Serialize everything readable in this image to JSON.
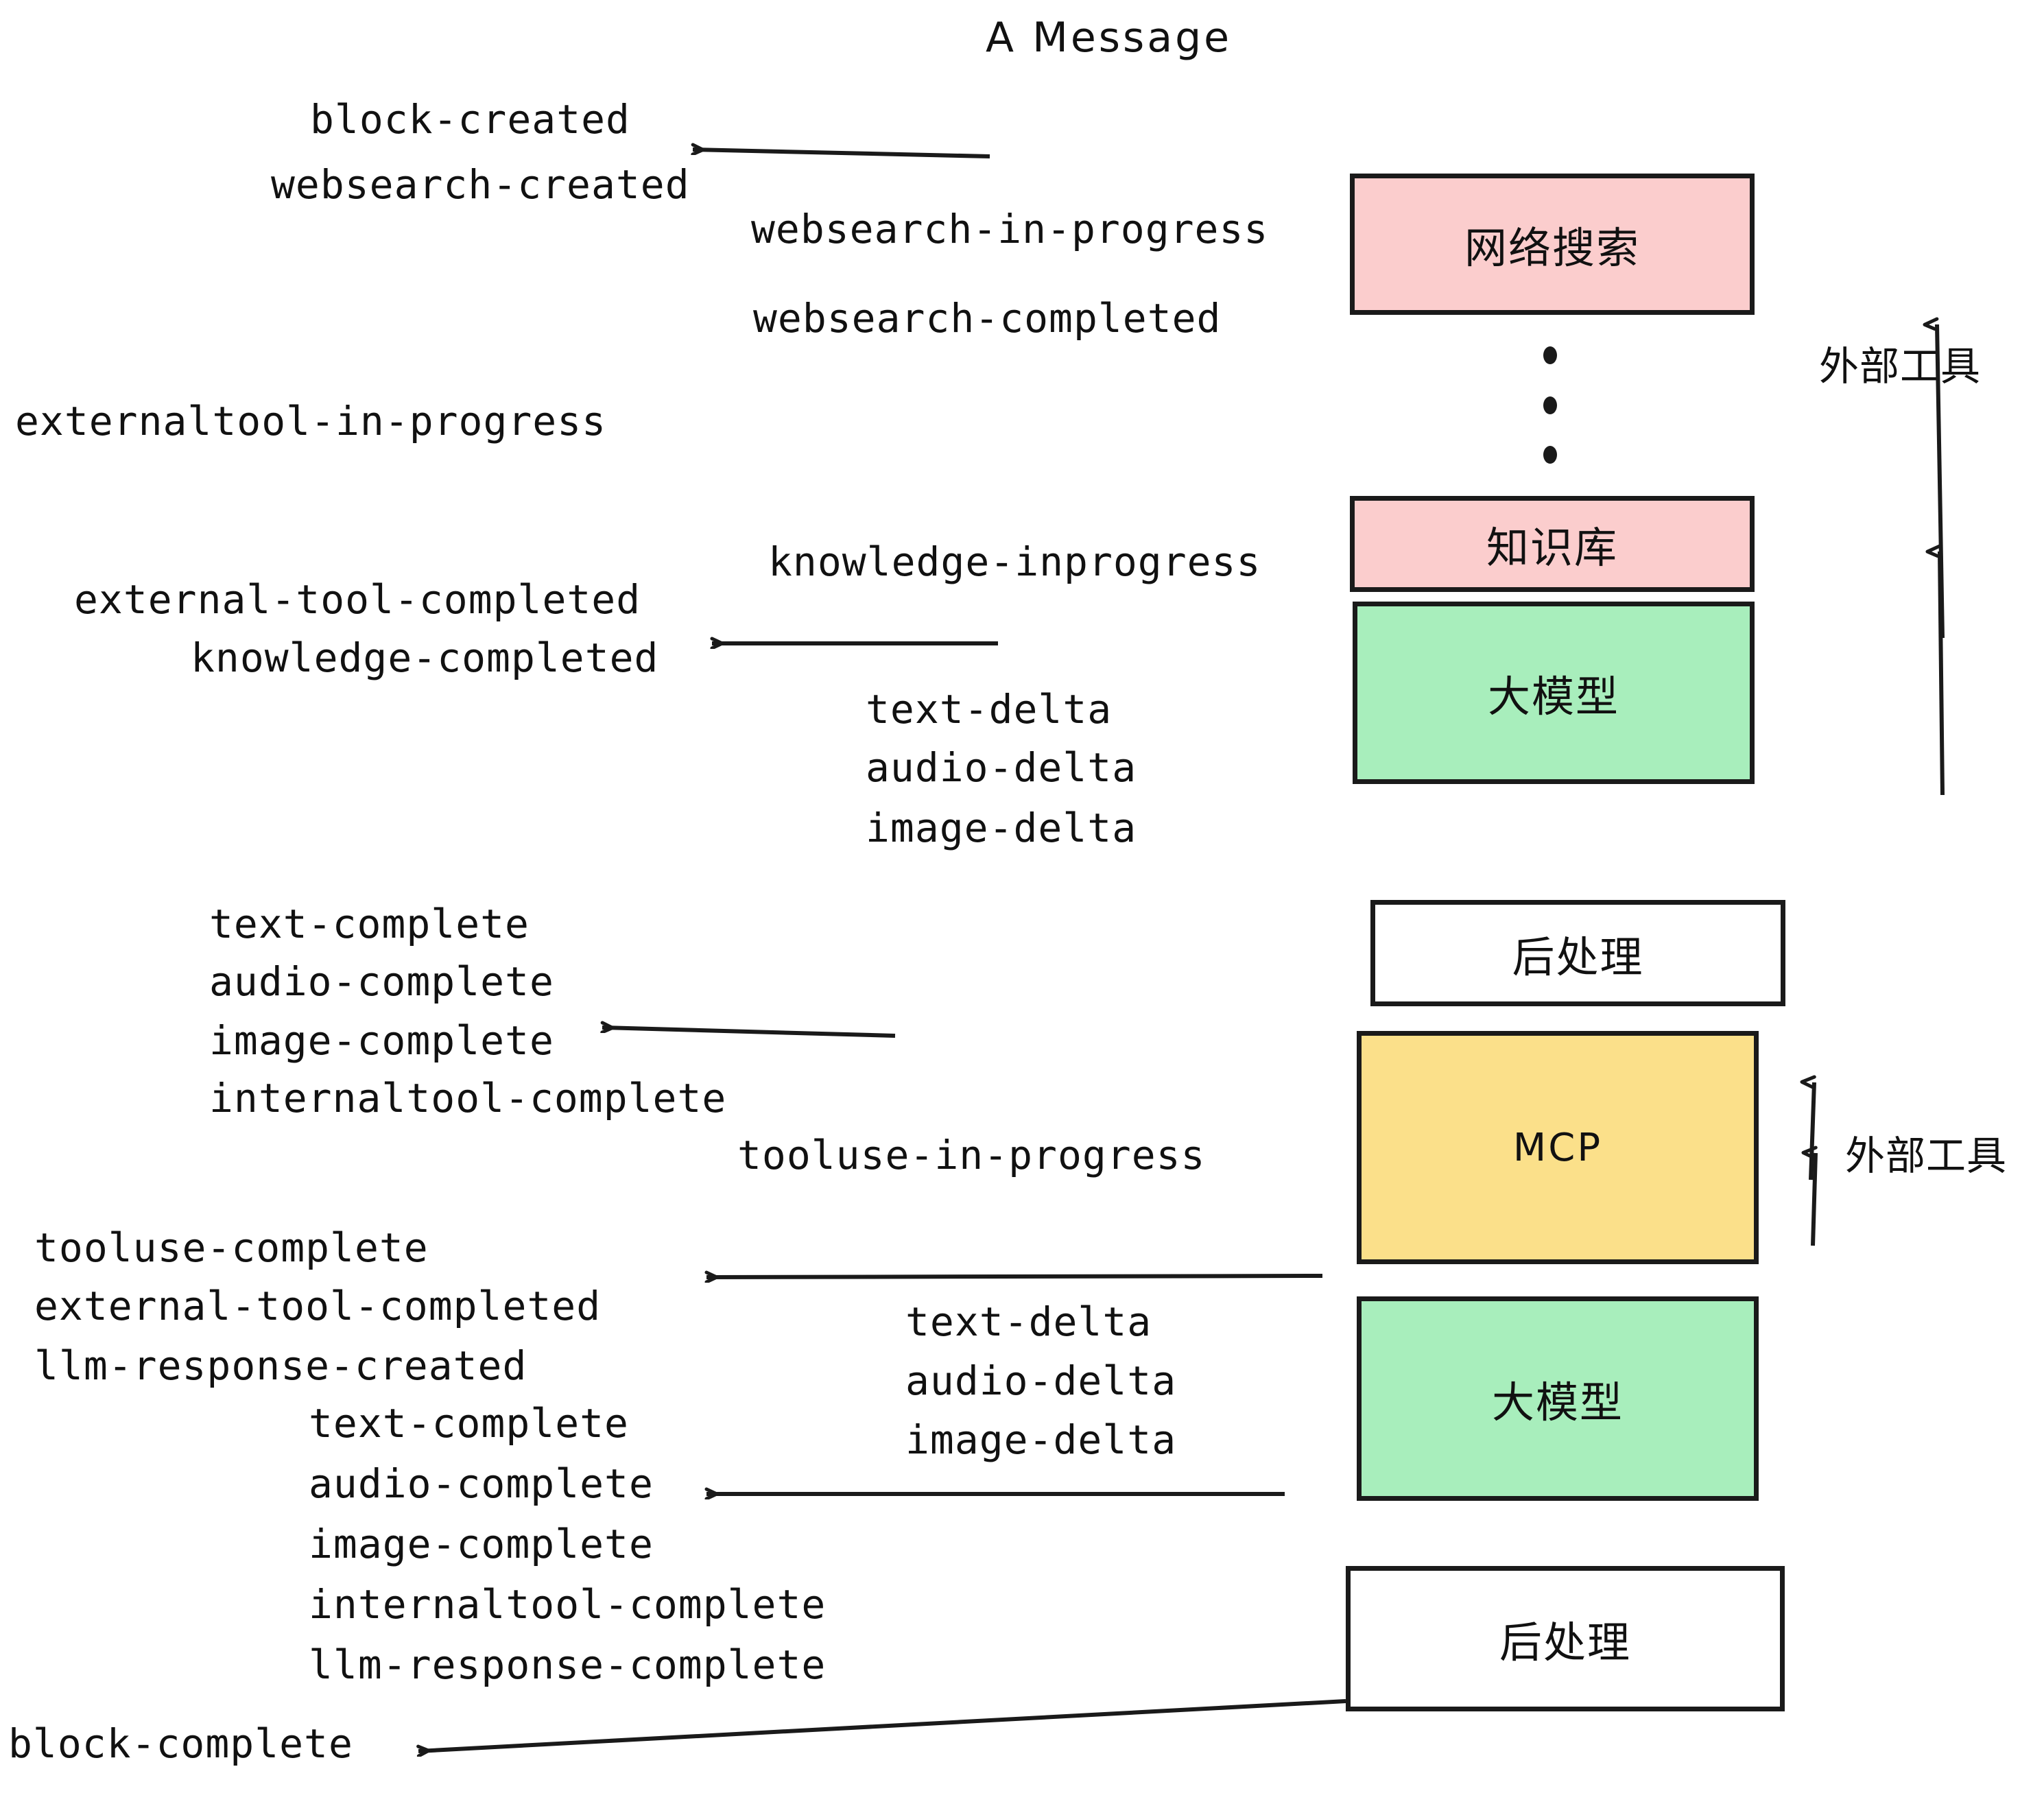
{
  "title": "A Message",
  "nodes": [
    {
      "label": "网络搜索",
      "fill": "#fbcdcd"
    },
    {
      "label": "知识库",
      "fill": "#fbcdcd"
    },
    {
      "label": "大模型",
      "fill": "#a8eebc"
    },
    {
      "label": "后处理",
      "fill": "#ffffff"
    },
    {
      "label": "MCP",
      "fill": "#fbe08a"
    },
    {
      "label": "大模型",
      "fill": "#a8eebc"
    },
    {
      "label": "后处理",
      "fill": "#ffffff"
    }
  ],
  "side_labels": [
    {
      "text": "外部工具"
    },
    {
      "text": "外部工具"
    }
  ],
  "events": [
    {
      "text": "block-created"
    },
    {
      "text": "websearch-created"
    },
    {
      "text": "websearch-in-progress"
    },
    {
      "text": "websearch-completed"
    },
    {
      "text": "externaltool-in-progress"
    },
    {
      "text": "knowledge-inprogress"
    },
    {
      "text": "external-tool-completed"
    },
    {
      "text": "knowledge-completed"
    },
    {
      "text": "text-delta"
    },
    {
      "text": "audio-delta"
    },
    {
      "text": "image-delta"
    },
    {
      "text": "text-complete"
    },
    {
      "text": "audio-complete"
    },
    {
      "text": "image-complete"
    },
    {
      "text": "internaltool-complete"
    },
    {
      "text": "tooluse-in-progress"
    },
    {
      "text": "tooluse-complete"
    },
    {
      "text": "external-tool-completed"
    },
    {
      "text": "llm-response-created"
    },
    {
      "text": "text-delta"
    },
    {
      "text": "audio-delta"
    },
    {
      "text": "image-delta"
    },
    {
      "text": "text-complete"
    },
    {
      "text": "audio-complete"
    },
    {
      "text": "image-complete"
    },
    {
      "text": "internaltool-complete"
    },
    {
      "text": "llm-response-complete"
    },
    {
      "text": "block-complete"
    }
  ],
  "colors": {
    "tool_fill": "#fbcdcd",
    "model_fill": "#a8eebc",
    "mcp_fill": "#fbe08a",
    "post_fill": "#ffffff",
    "stroke": "#1a1a1a"
  }
}
